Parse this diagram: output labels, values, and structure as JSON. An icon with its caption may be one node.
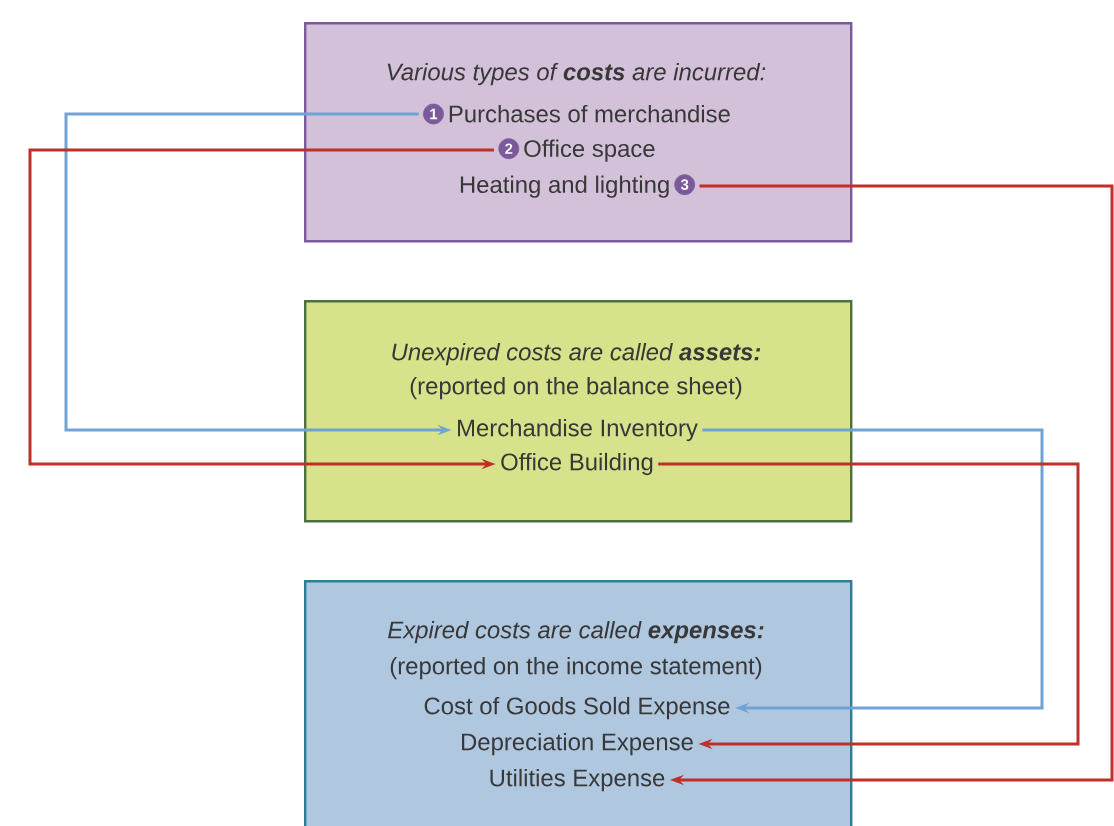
{
  "diagram": {
    "nodes": [
      {
        "text": [
          "Various types of **costs** are incurred:"
        ]
      },
      {
        "text": [
          "1",
          "Purchases of merchandise"
        ],
        "in": 0
      },
      {
        "text": [
          "2",
          "Office space"
        ],
        "in": 0
      },
      {
        "text": [
          "Heating and lighting",
          "3"
        ],
        "in": 0
      },
      {
        "text": [
          "Unexpired costs are called **assets:**",
          "(reported on the balance sheet)"
        ]
      },
      {
        "text": [
          "Merchandise Inventory"
        ],
        "in": 4
      },
      {
        "text": [
          "Office Building"
        ],
        "in": 4
      },
      {
        "text": [
          "Expired costs are called **expenses:**",
          "(reported on the income statement)"
        ]
      },
      {
        "text": [
          "Cost of Goods Sold Expense"
        ],
        "in": 7
      },
      {
        "text": [
          "Depreciation Expense"
        ],
        "in": 7
      },
      {
        "text": [
          "Utilities Expense"
        ],
        "in": 7
      }
    ],
    "edges": [
      {
        "from": 1,
        "to": 5,
        "arrow": "to",
        "color": "#6fa3d4"
      },
      {
        "from": 2,
        "to": 6,
        "arrow": "to",
        "color": "#c0302a"
      },
      {
        "from": 3,
        "to": 10,
        "arrow": "to",
        "color": "#c0302a"
      },
      {
        "from": 5,
        "to": 8,
        "arrow": "to",
        "color": "#6fa3d4"
      },
      {
        "from": 6,
        "to": 9,
        "arrow": "to",
        "color": "#c0302a"
      }
    ]
  }
}
